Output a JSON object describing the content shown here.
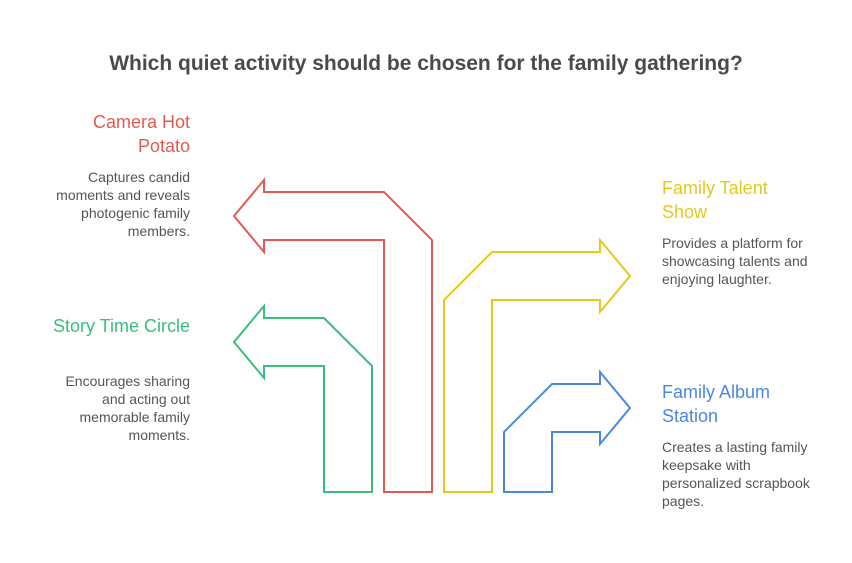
{
  "title": "Which quiet activity should be chosen for the family gathering?",
  "options": [
    {
      "heading": "Camera Hot Potato",
      "description": "Captures candid moments and reveals photogenic family members.",
      "color": "#e15a54"
    },
    {
      "heading": "Story Time Circle",
      "description": "Encourages sharing and acting out memorable family moments.",
      "color": "#3cbd7d"
    },
    {
      "heading": "Family Talent Show",
      "description": "Provides a platform for showcasing talents and enjoying laughter.",
      "color": "#e3c91c"
    },
    {
      "heading": "Family Album Station",
      "description": "Creates a lasting family keepsake with personalized scrapbook pages.",
      "color": "#4a87e3"
    }
  ]
}
